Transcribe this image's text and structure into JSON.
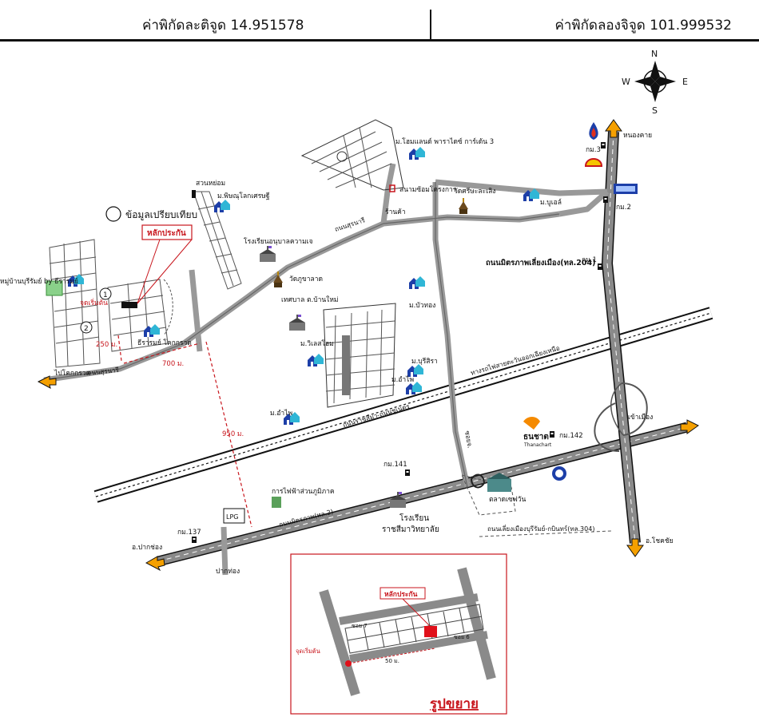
{
  "header": {
    "latitude_text": "ค่าพิกัดละติจูด 14.951578",
    "longitude_text": "ค่าพิกัดลองจิจูด 101.999532"
  },
  "compass": {
    "n": "N",
    "s": "S",
    "e": "E",
    "w": "W"
  },
  "legend": {
    "comparison_data": "ข้อมูลเปรียบเทียบ"
  },
  "subject": {
    "label": "หลักประกัน"
  },
  "roads": {
    "mittraphap_204": "ถนนมิตรภาพเลี่ยงเมือง(ทล.204)",
    "suranari": "ถนนสุรนารี",
    "rai_thai": "ถนนราชสีมา-ถนนชูเนตร",
    "highway_2": "ถนนมิตรภาพ(ทล.2)",
    "highway_304": "ถนนเลี่ยงเมืองบุรีรัมย์-กบินทร์(ทล.304)",
    "railway": "ทางรถไฟสายตะวันออกเฉียงเหนือ",
    "soi": "ซอยจ.",
    "chok_chai": "อ.โชคชัย",
    "pak_chong": "อ.ปากช่อง",
    "city": "เข้าเมือง",
    "nong_khai": "หนองคาย",
    "to_left": "ไปโคกกรวด",
    "suan_nong": "สวนหย่อม",
    "pak_thong": "ปากท่อง",
    "lpg": "LPG"
  },
  "markers": {
    "km3": "กม.3",
    "km2": "กม.2",
    "km1": "กม.1",
    "km142": "กม.142",
    "km141": "กม.141",
    "km137": "กม.137"
  },
  "places": {
    "village_home": "ม.โฮมแลนด์ พาราไดซ์ การ์เด้น 3",
    "sanam": "สนามซ้อมโครงการ",
    "wat_si": "วัดศรีษะละเลิง",
    "ban_u": "ม.บูเอล์",
    "shop": "ร้านค้า",
    "village_ph": "ม.พิษณุโลกเศรษฐี",
    "school_anuban": "โรงเรียนอนุบาลความเจ",
    "wat_phu": "วัดภูขาลาด",
    "tessaban": "เทศบาล ต.บ้านใหม่",
    "village_bua": "ม.บัวทอง",
    "village_kaew": "ม.วิเลสโฮม",
    "village_buri": "ม.บุรีสิรา",
    "village_am": "ม.อำไพ",
    "village_am2": "ม.อำไพ",
    "village_left": "หมู่บ้านบุรีรัมย์ by ธีรารมย์",
    "village_tha": "ธีรารมย์ โคกกรวด",
    "point_start": "จุดเริ่มต้น",
    "dist_700": "700 ม.",
    "dist_950": "950 ม.",
    "dist_250": "250 ม.",
    "pea": "การไฟฟ้าส่วนภูมิภาค",
    "market": "ตลาดเซฟวัน",
    "school2": "โรงเรียน",
    "school2b": "ราชสีมาวิทยาลัย",
    "thanachart": "ธนชาต",
    "thanachart_sub": "Thanachart"
  },
  "inset": {
    "title": "รูปขยาย",
    "subject": "หลักประกัน",
    "start": "จุดเริ่มต้น",
    "soi7": "ซอย 7",
    "soi6": "ซอย 6",
    "dist": "50 ม."
  },
  "colors": {
    "road_fill": "#8a8a8a",
    "red": "#c8161d",
    "blue": "#1d3fa8",
    "cyan": "#2fb6d6",
    "arrow_orange": "#f5a000"
  }
}
